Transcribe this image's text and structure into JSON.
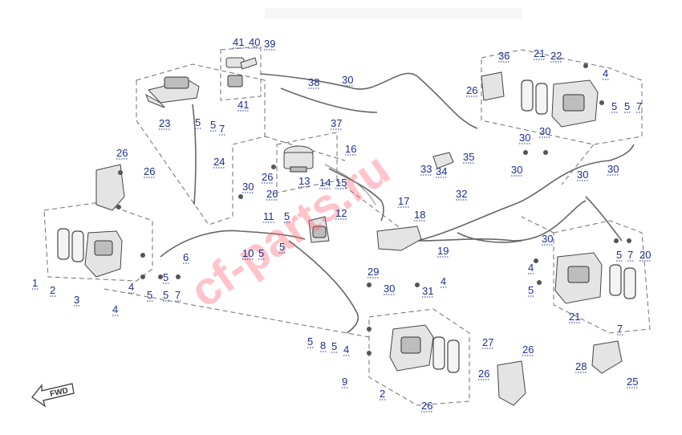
{
  "diagram": {
    "watermark": "cf-parts.ru",
    "direction_label": "FWD",
    "callouts": [
      "1",
      "2",
      "3",
      "4",
      "5",
      "5",
      "7",
      "4",
      "5",
      "6",
      "10",
      "5",
      "11",
      "5",
      "12",
      "5",
      "13",
      "14",
      "15",
      "16",
      "17",
      "18",
      "19",
      "29",
      "30",
      "31",
      "32",
      "33",
      "34",
      "35",
      "37",
      "26",
      "26",
      "30",
      "24",
      "23",
      "5",
      "5",
      "7",
      "41",
      "41",
      "40",
      "39",
      "38",
      "30",
      "36",
      "26",
      "21",
      "22",
      "4",
      "5",
      "5",
      "7",
      "30",
      "30",
      "30",
      "30",
      "30",
      "30",
      "4",
      "4",
      "5",
      "5",
      "7",
      "20",
      "21",
      "7",
      "5",
      "8",
      "5",
      "4",
      "9",
      "2",
      "26",
      "27",
      "26",
      "26",
      "28",
      "25",
      "26",
      "26"
    ]
  }
}
